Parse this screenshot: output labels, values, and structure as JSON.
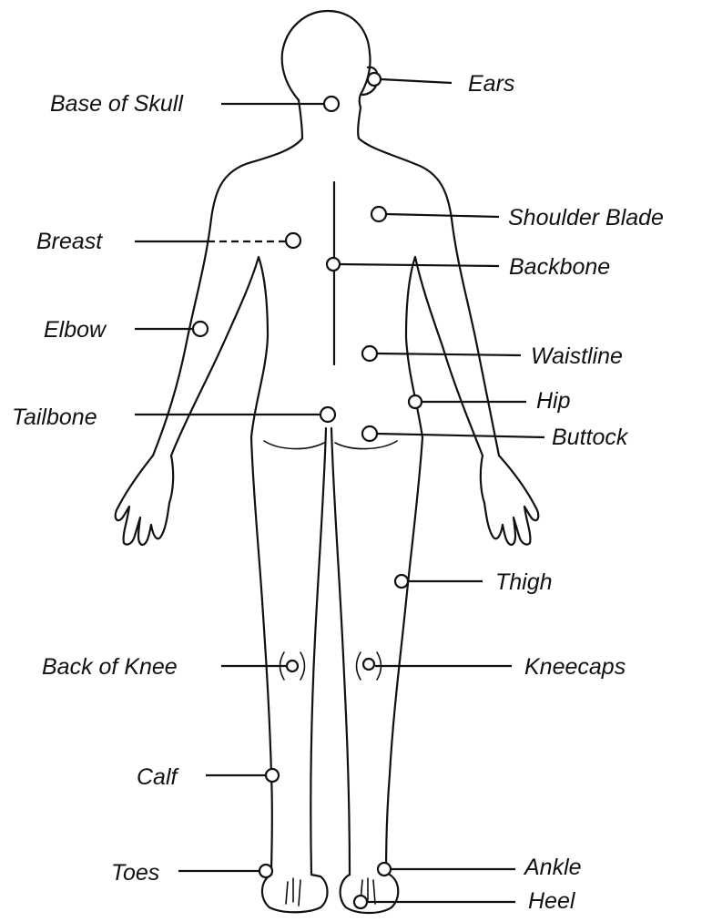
{
  "labels": {
    "ears": "Ears",
    "base_of_skull": "Base of Skull",
    "shoulder_blade": "Shoulder Blade",
    "breast": "Breast",
    "backbone": "Backbone",
    "elbow": "Elbow",
    "waistline": "Waistline",
    "hip": "Hip",
    "tailbone": "Tailbone",
    "buttock": "Buttock",
    "thigh": "Thigh",
    "back_of_knee": "Back of Knee",
    "kneecaps": "Kneecaps",
    "calf": "Calf",
    "toes": "Toes",
    "ankle": "Ankle",
    "heel": "Heel"
  },
  "colors": {
    "line": "#111111",
    "background": "#ffffff"
  }
}
